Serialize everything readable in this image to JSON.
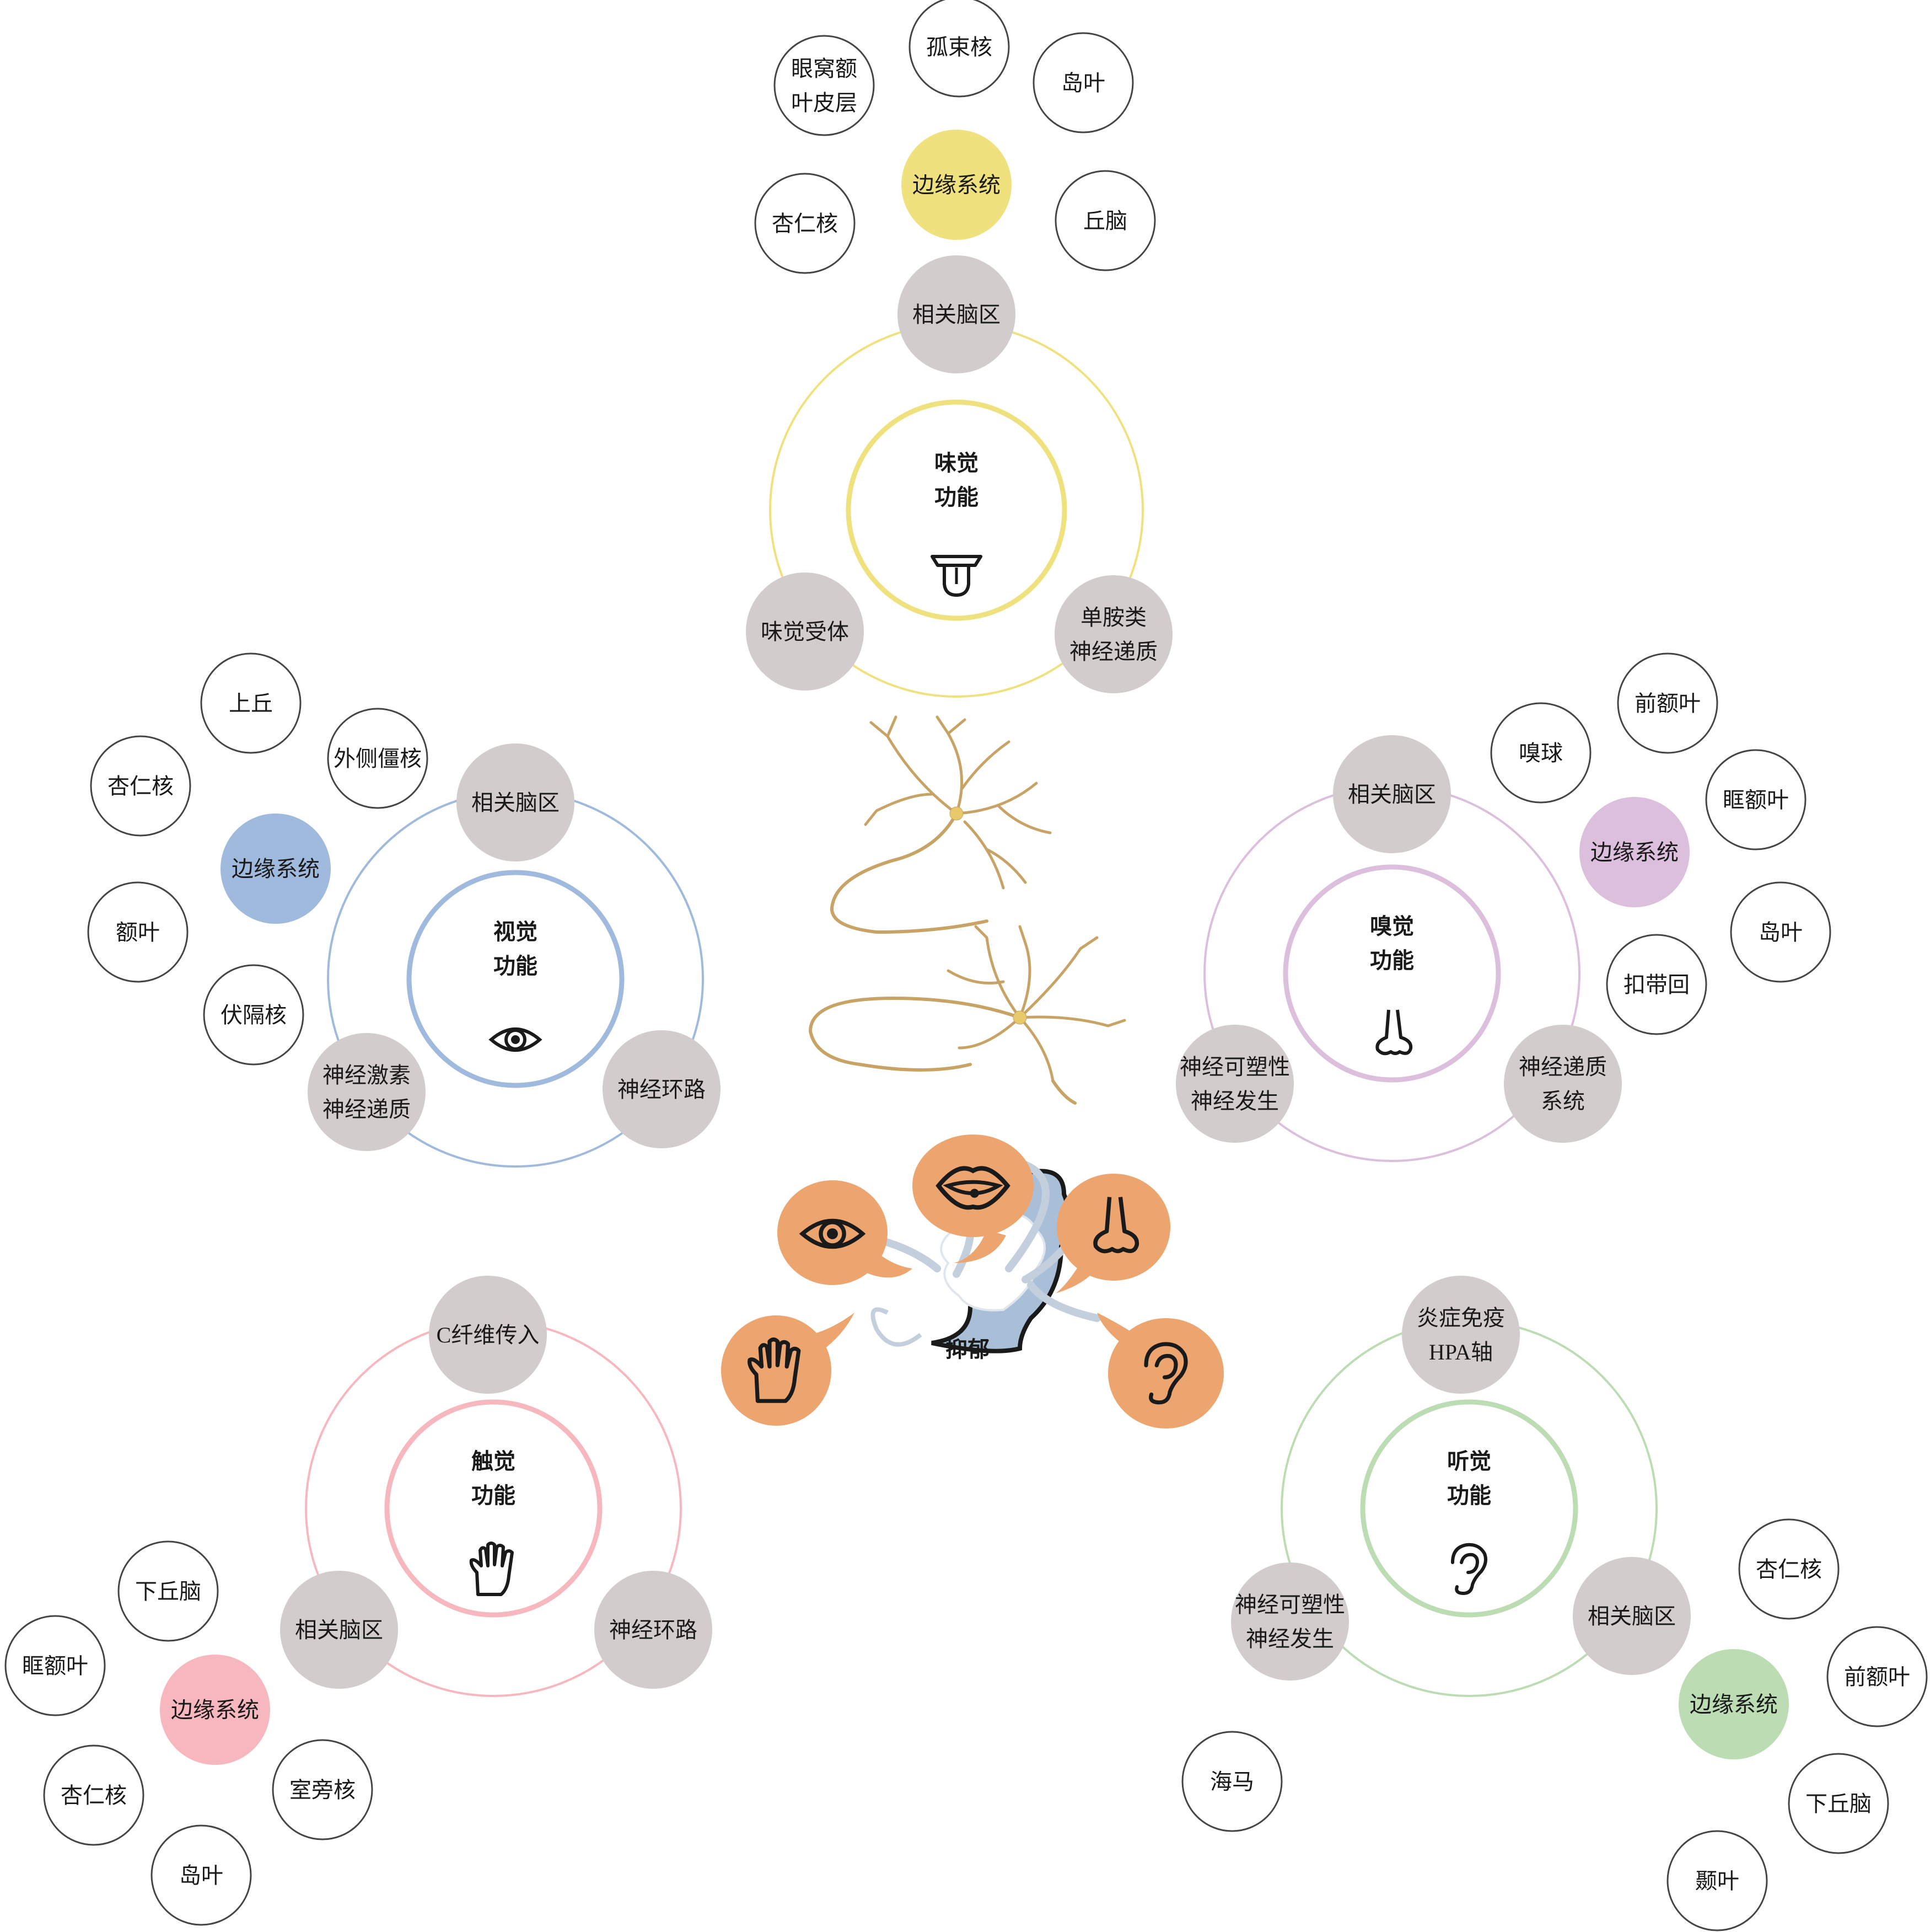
{
  "colors": {
    "gray_node": "#d2cdcc",
    "node_outline": "#454545",
    "orange_bubble": "#eda56f",
    "head_blue": "#a9bfd8",
    "neuron": "#c7a366",
    "taste": "#f0e17f",
    "vision": "#9fbadd",
    "smell": "#dbbfdc",
    "touch": "#f7b7be",
    "hearing": "#bcdcb3"
  },
  "center": {
    "label": "抑郁",
    "senses_icons": [
      "eye-icon",
      "mouth-icon",
      "nose-icon",
      "hand-icon",
      "ear-icon"
    ]
  },
  "modules": {
    "taste": {
      "title": [
        "味觉",
        "功能"
      ],
      "icon": "tongue-icon",
      "brain_area": [
        "相关脑区"
      ],
      "limbic": "边缘系统",
      "nodes": [
        [
          "味觉受体"
        ],
        [
          "单胺类",
          "神经递质"
        ]
      ],
      "regions": [
        [
          "眼窝额",
          "叶皮层"
        ],
        [
          "孤束核"
        ],
        [
          "岛叶"
        ],
        [
          "杏仁核"
        ],
        [
          "丘脑"
        ]
      ]
    },
    "vision": {
      "title": [
        "视觉",
        "功能"
      ],
      "icon": "eye-icon",
      "brain_area": [
        "相关脑区"
      ],
      "limbic": "边缘系统",
      "nodes": [
        [
          "神经激素",
          "神经递质"
        ],
        [
          "神经环路"
        ]
      ],
      "regions": [
        [
          "上丘"
        ],
        [
          "外侧僵核"
        ],
        [
          "杏仁核"
        ],
        [
          "额叶"
        ],
        [
          "伏隔核"
        ]
      ]
    },
    "smell": {
      "title": [
        "嗅觉",
        "功能"
      ],
      "icon": "nose-icon",
      "brain_area": [
        "相关脑区"
      ],
      "limbic": "边缘系统",
      "nodes": [
        [
          "神经可塑性",
          "神经发生"
        ],
        [
          "神经递质",
          "系统"
        ]
      ],
      "regions": [
        [
          "嗅球"
        ],
        [
          "前额叶"
        ],
        [
          "眶额叶"
        ],
        [
          "岛叶"
        ],
        [
          "扣带回"
        ]
      ]
    },
    "touch": {
      "title": [
        "触觉",
        "功能"
      ],
      "icon": "hand-icon",
      "brain_area": [
        "相关脑区"
      ],
      "limbic": "边缘系统",
      "nodes": [
        [
          "C纤维传入"
        ],
        [
          "神经环路"
        ]
      ],
      "regions": [
        [
          "下丘脑"
        ],
        [
          "眶额叶"
        ],
        [
          "杏仁核"
        ],
        [
          "室旁核"
        ],
        [
          "岛叶"
        ]
      ]
    },
    "hearing": {
      "title": [
        "听觉",
        "功能"
      ],
      "icon": "ear-icon",
      "brain_area": [
        "相关脑区"
      ],
      "limbic": "边缘系统",
      "nodes": [
        [
          "炎症免疫",
          "HPA轴"
        ],
        [
          "神经可塑性",
          "神经发生"
        ]
      ],
      "regions": [
        [
          "杏仁核"
        ],
        [
          "前额叶"
        ],
        [
          "海马"
        ],
        [
          "下丘脑"
        ],
        [
          "颞叶"
        ]
      ]
    }
  }
}
